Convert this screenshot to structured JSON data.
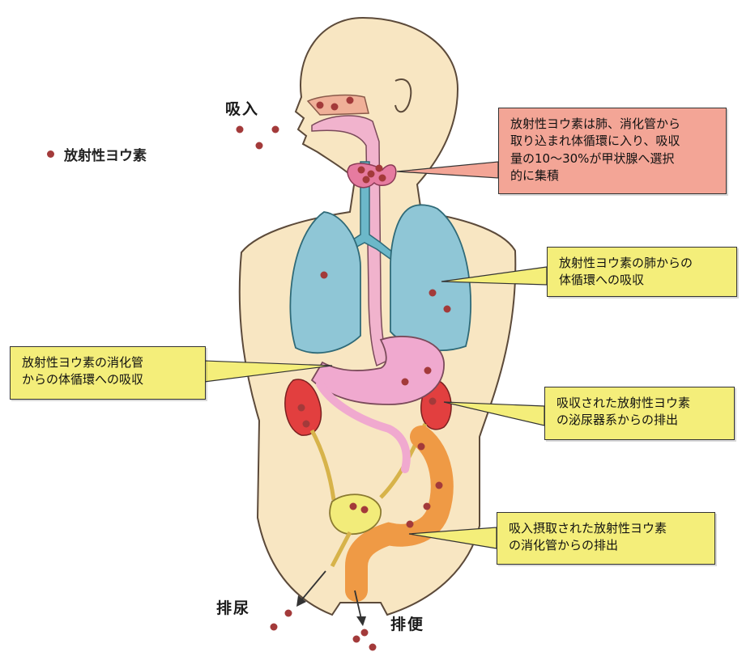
{
  "legend": {
    "dot_color": "#a33a3a",
    "label": "放射性ヨウ素"
  },
  "labels": {
    "inhalation": "吸入",
    "urination": "排尿",
    "defecation": "排便"
  },
  "callouts": {
    "thyroid": "放射性ヨウ素は肺、消化管から\n取り込まれ体循環に入り、吸収\n量の10～30%が甲状腺へ選択\n的に集積",
    "lung": "放射性ヨウ素の肺からの\n体循環への吸収",
    "digestive": "放射性ヨウ素の消化管\nからの体循環への吸収",
    "urinary": "吸収された放射性ヨウ素\nの泌尿器系からの排出",
    "excretion": "吸入摂取された放射性ヨウ素\nの消化管からの排出"
  },
  "colors": {
    "skin": "#f8e6c2",
    "lung": "#8fc6d6",
    "stomach": "#f0a9cf",
    "kidney": "#e23f3f",
    "intestine": "#ef9a45",
    "bladder": "#f2ec7a",
    "callout_yellow": "#f4ee7a",
    "callout_pink": "#f3a596"
  }
}
